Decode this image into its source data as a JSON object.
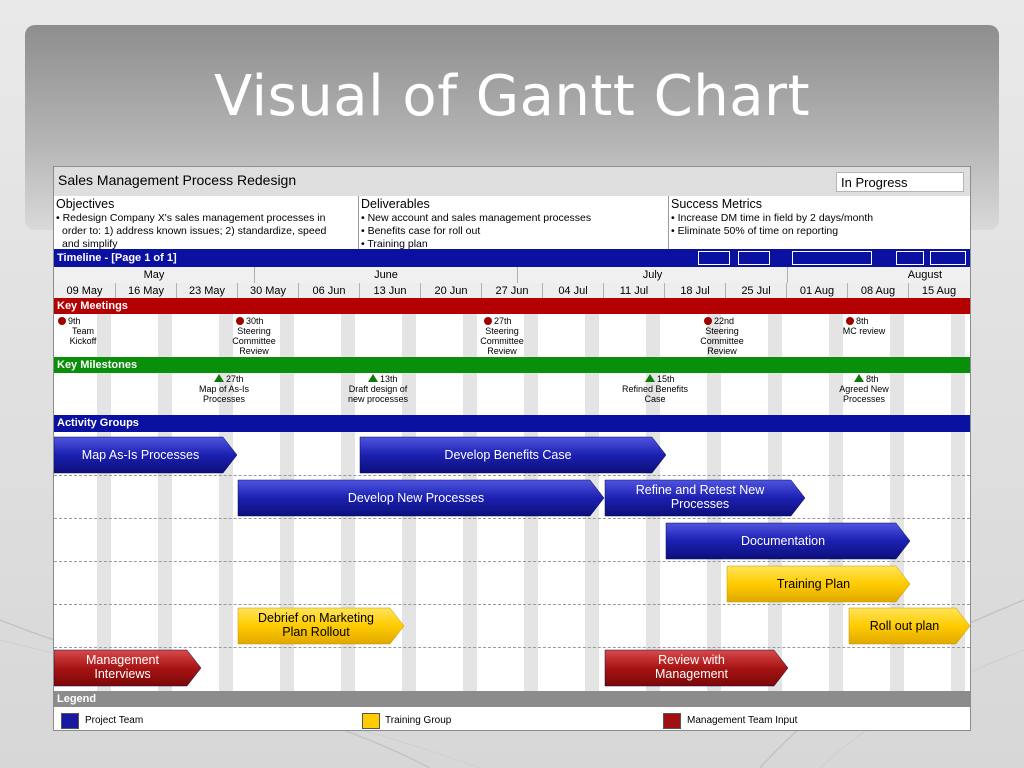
{
  "slide": {
    "title": "Visual of Gantt Chart"
  },
  "project": {
    "name": "Sales Management Process Redesign",
    "status": "In Progress"
  },
  "objectives": {
    "title": "Objectives",
    "items": [
      "• Redesign Company X's sales management processes in",
      "order to: 1) address known issues; 2) standardize, speed",
      "and simplify"
    ]
  },
  "deliverables": {
    "title": "Deliverables",
    "items": [
      "• New account and sales management processes",
      "• Benefits case for roll out",
      "• Training plan"
    ]
  },
  "metrics": {
    "title": "Success Metrics",
    "items": [
      "• Increase DM time in field by 2 days/month",
      "• Eliminate 50% of time on reporting"
    ]
  },
  "timeline": {
    "title": "Timeline - [Page 1 of 1]",
    "months": [
      "May",
      "June",
      "July",
      "August"
    ],
    "weeks": [
      "09 May",
      "16 May",
      "23 May",
      "30 May",
      "06 Jun",
      "13 Jun",
      "20 Jun",
      "27 Jun",
      "04 Jul",
      "11 Jul",
      "18 Jul",
      "25 Jul",
      "01 Aug",
      "08 Aug",
      "15 Aug"
    ]
  },
  "sections": {
    "meetings": "Key Meetings",
    "milestones": "Key Milestones",
    "activities": "Activity Groups",
    "legend": "Legend"
  },
  "meetings": [
    {
      "date": "9th",
      "label": "Team Kickoff"
    },
    {
      "date": "30th",
      "label": "Steering Committee Review"
    },
    {
      "date": "27th",
      "label": "Steering Committee Review"
    },
    {
      "date": "22nd",
      "label": "Steering Committee Review"
    },
    {
      "date": "8th",
      "label": "MC review"
    }
  ],
  "milestones": [
    {
      "date": "27th",
      "label": "Map of As-Is Processes"
    },
    {
      "date": "13th",
      "label": "Draft design of new processes"
    },
    {
      "date": "15th",
      "label": "Refined Benefits Case"
    },
    {
      "date": "8th",
      "label": "Agreed New Processes"
    }
  ],
  "activities": [
    {
      "label": "Map As-Is Processes",
      "group": "project"
    },
    {
      "label": "Develop Benefits Case",
      "group": "project"
    },
    {
      "label": "Develop New Processes",
      "group": "project"
    },
    {
      "label": "Refine and Retest New Processes",
      "group": "project"
    },
    {
      "label": "Documentation",
      "group": "project"
    },
    {
      "label": "Training Plan",
      "group": "training"
    },
    {
      "label": "Debrief on Marketing Plan Rollout",
      "group": "training"
    },
    {
      "label": "Roll out plan",
      "group": "training"
    },
    {
      "label": "Management Interviews",
      "group": "management"
    },
    {
      "label": "Review with Management",
      "group": "management"
    }
  ],
  "legend": [
    {
      "label": "Project Team",
      "color": "#1a1aa0"
    },
    {
      "label": "Training Group",
      "color": "#ffcc00"
    },
    {
      "label": "Management Team Input",
      "color": "#a01010"
    }
  ],
  "colors": {
    "meetings_band": "#b30000",
    "milestones_band": "#0a8f0a",
    "blue_band": "#0a10a0",
    "meeting_dot": "#a00000",
    "milestone_triangle": "#0a7a0a"
  }
}
